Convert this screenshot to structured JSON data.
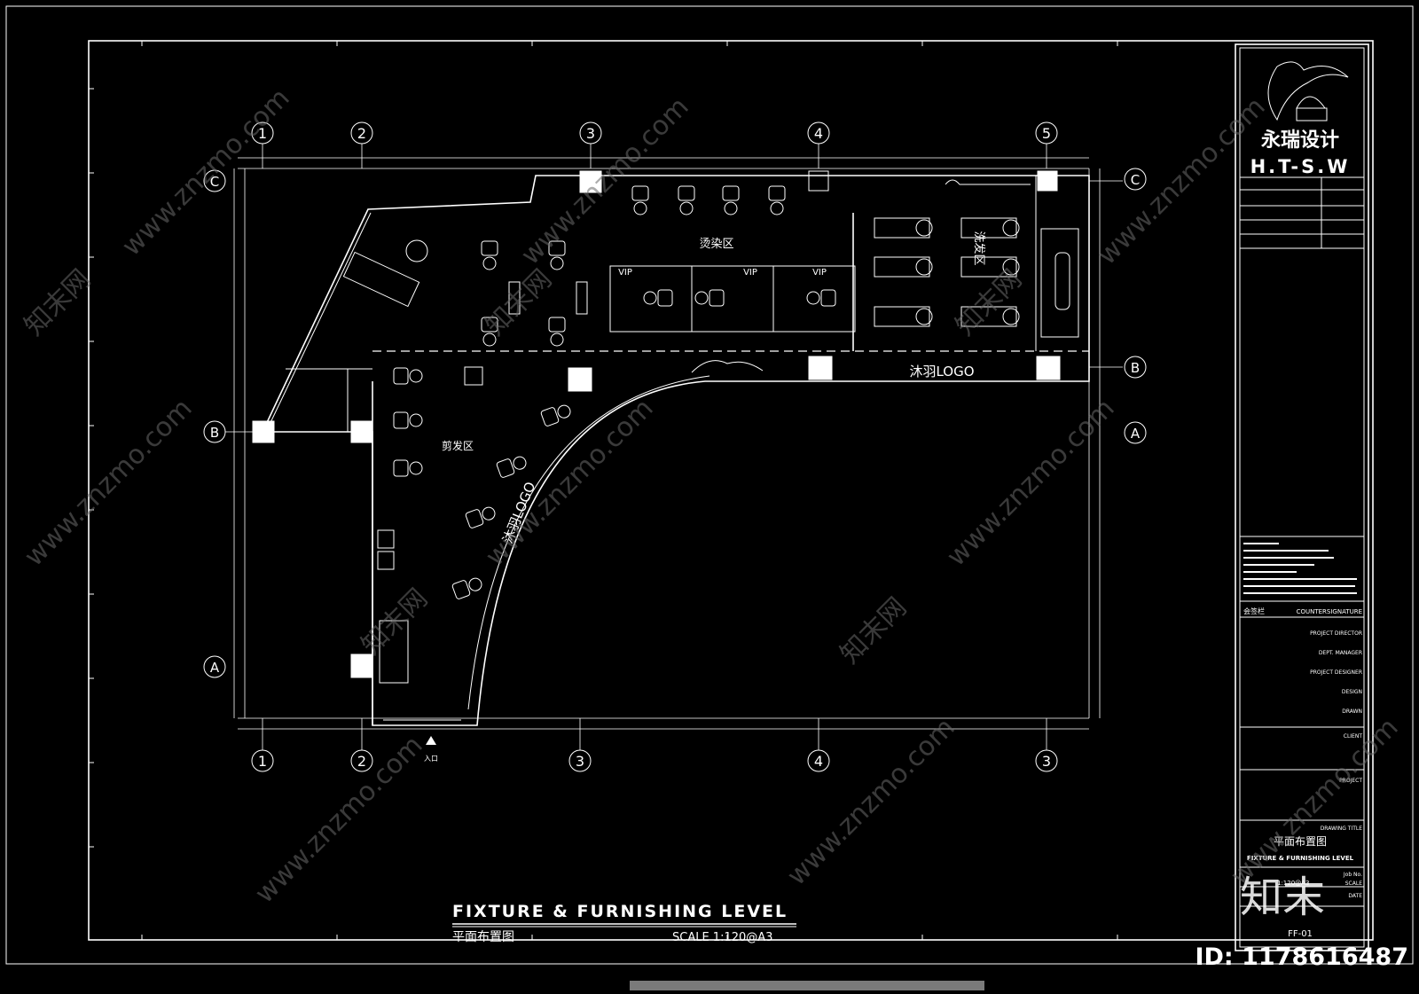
{
  "drawing": {
    "title_en": "FIXTURE & FURNISHING LEVEL",
    "title_cn": "平面布置图",
    "scale": "SCALE  1:120@A3"
  },
  "grid_labels": {
    "cols": [
      "1",
      "2",
      "3",
      "4",
      "5"
    ],
    "bottom_cols": [
      "1",
      "2",
      "3",
      "4",
      "3"
    ],
    "rows": [
      "C",
      "B",
      "A"
    ]
  },
  "rooms": {
    "dye_area": "烫染区",
    "wash_area": "洗发区",
    "cut_area": "剪发区",
    "vip": "VIP",
    "logo_band": "沐羽LOGO",
    "logo_arc": "沐羽LOGO",
    "entrance": "入口"
  },
  "titleblock": {
    "company_cn": "永瑞设计",
    "company_en": "H.T-S.W",
    "countersignature": "COUNTERSIGNATURE",
    "countersignature_cn": "会签栏",
    "roles": [
      "PROJECT DIRECTOR",
      "DEPT. MANAGER",
      "PROJECT DESIGNER",
      "DESIGN",
      "DRAWN"
    ],
    "client": "CLIENT",
    "project": "PROJECT",
    "drawing_title_label": "DRAWING TITLE",
    "drawing_title_cn": "平面布置图",
    "drawing_title_en": "FIXTURE & FURNISHING LEVEL",
    "scale_label": "SCALE",
    "scale_value": "1:120@A3",
    "date_label": "DATE",
    "job_no": "Job No.",
    "drawing_no": "FF-01"
  },
  "watermark": {
    "site": "www.znzmo.com",
    "brand": "知末网",
    "brand_big": "知末",
    "id": "ID: 1178616487"
  }
}
